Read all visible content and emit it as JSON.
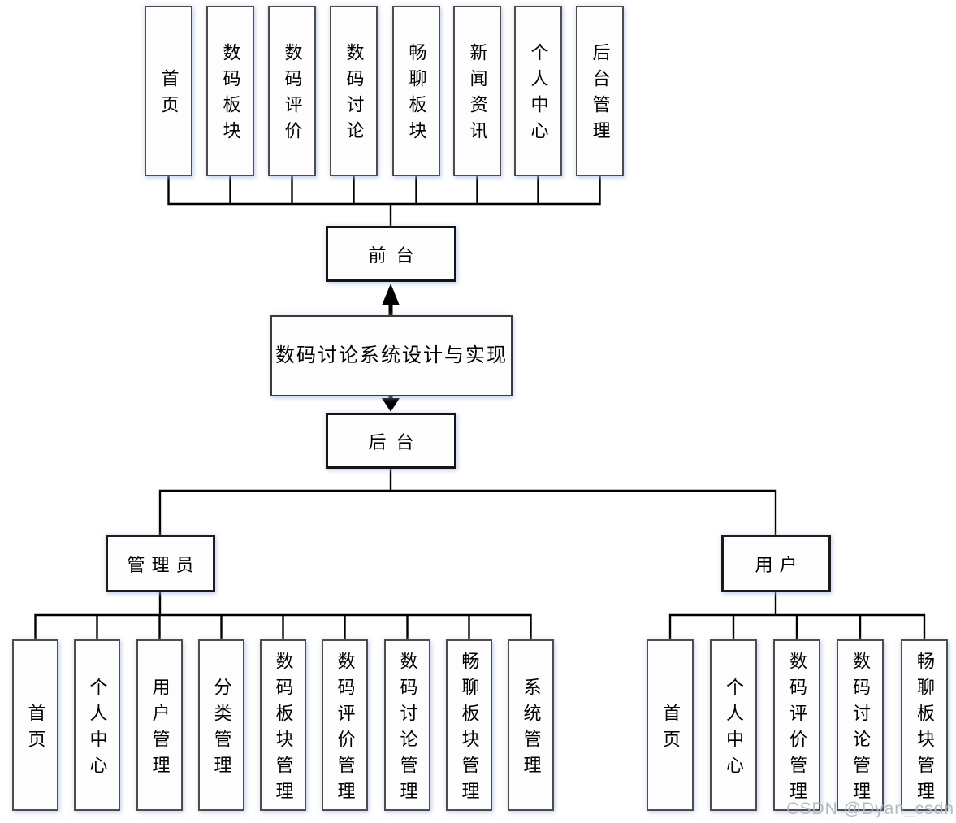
{
  "title": "数码讨论系统设计与实现",
  "front": {
    "label": "前台",
    "children": [
      "首页",
      "数码板块",
      "数码评价",
      "数码讨论",
      "畅聊板块",
      "新闻资讯",
      "个人中心",
      "后台管理"
    ]
  },
  "back": {
    "label": "后台"
  },
  "admin": {
    "label": "管理员",
    "children": [
      "首页",
      "个人中心",
      "用户管理",
      "分类管理",
      "数码板块管理",
      "数码评价管理",
      "数码讨论管理",
      "畅聊板块管理",
      "系统管理"
    ]
  },
  "user": {
    "label": "用户",
    "children": [
      "首页",
      "个人中心",
      "数码评价管理",
      "数码讨论管理",
      "畅聊板块管理"
    ]
  },
  "watermark": "CSDN @Dyan_csdn",
  "colors": {
    "line": "#000000",
    "box_border": "#4d4d4d",
    "strong_border": "#141414",
    "background": "#ffffff",
    "watermark": "#b1b6bf"
  }
}
